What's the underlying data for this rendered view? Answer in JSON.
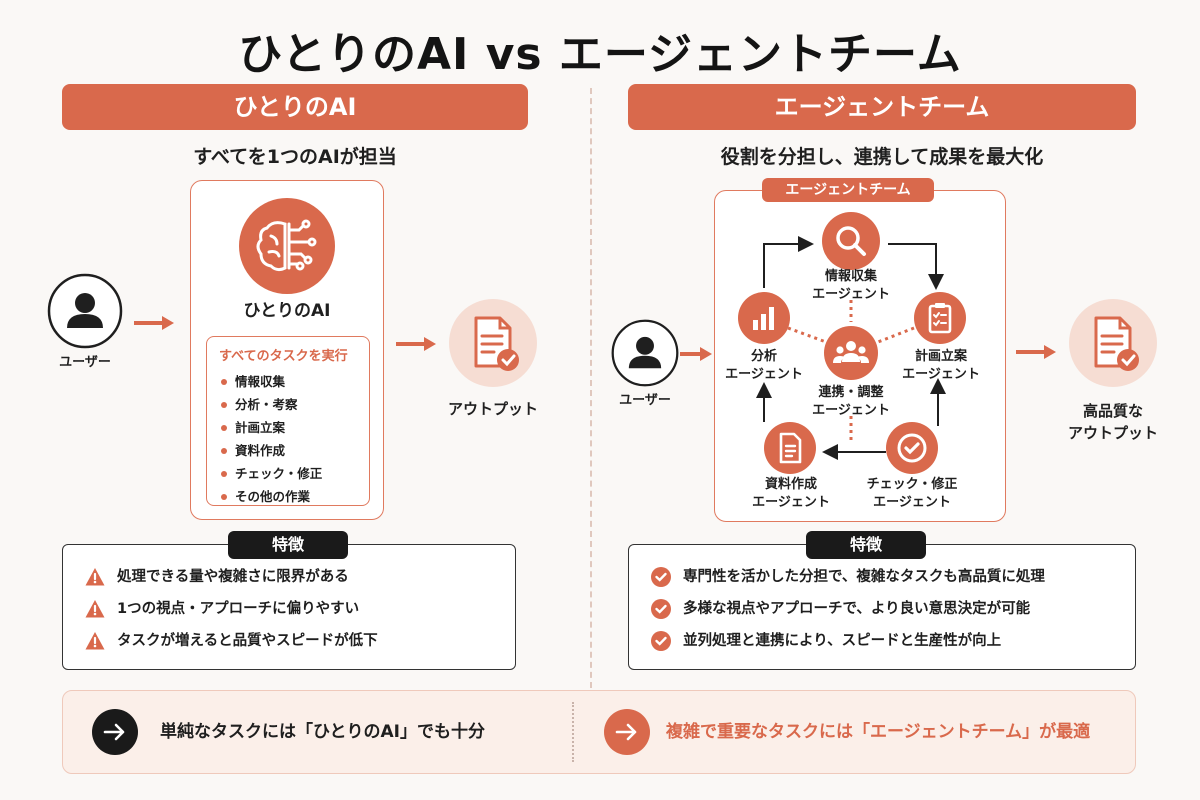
{
  "title": "ひとりのAI vs エージェントチーム",
  "left": {
    "banner": "ひとりのAI",
    "subtitle": "すべてを1つのAIが担当",
    "user_label": "ユーザー",
    "ai_label": "ひとりのAI",
    "tasks_title": "すべてのタスクを実行",
    "tasks": [
      "情報収集",
      "分析・考察",
      "計画立案",
      "資料作成",
      "チェック・修正",
      "その他の作業"
    ],
    "output_label": "アウトプット",
    "features_tag": "特徴",
    "features": [
      "処理できる量や複雑さに限界がある",
      "1つの視点・アプローチに偏りやすい",
      "タスクが増えると品質やスピードが低下"
    ]
  },
  "right": {
    "banner": "エージェントチーム",
    "subtitle": "役割を分担し、連携して成果を最大化",
    "user_label": "ユーザー",
    "team_tag": "エージェントチーム",
    "agents": {
      "research": [
        "情報収集",
        "エージェント"
      ],
      "analysis": [
        "分析",
        "エージェント"
      ],
      "planning": [
        "計画立案",
        "エージェント"
      ],
      "coordination": [
        "連携・調整",
        "エージェント"
      ],
      "document": [
        "資料作成",
        "エージェント"
      ],
      "check": [
        "チェック・修正",
        "エージェント"
      ]
    },
    "output_label": [
      "高品質な",
      "アウトプット"
    ],
    "features_tag": "特徴",
    "features": [
      "専門性を活かした分担で、複雑なタスクも高品質に処理",
      "多様な視点やアプローチで、より良い意思決定が可能",
      "並列処理と連携により、スピードと生産性が向上"
    ]
  },
  "bottom": {
    "left_text": "単純なタスクには「ひとりのAI」でも十分",
    "right_text": "複雑で重要なタスクには「エージェントチーム」が最適"
  },
  "colors": {
    "accent": "#d9694c",
    "accent_light": "#f6ddd3",
    "dark": "#1a1a1a",
    "background": "#faf8f6"
  }
}
